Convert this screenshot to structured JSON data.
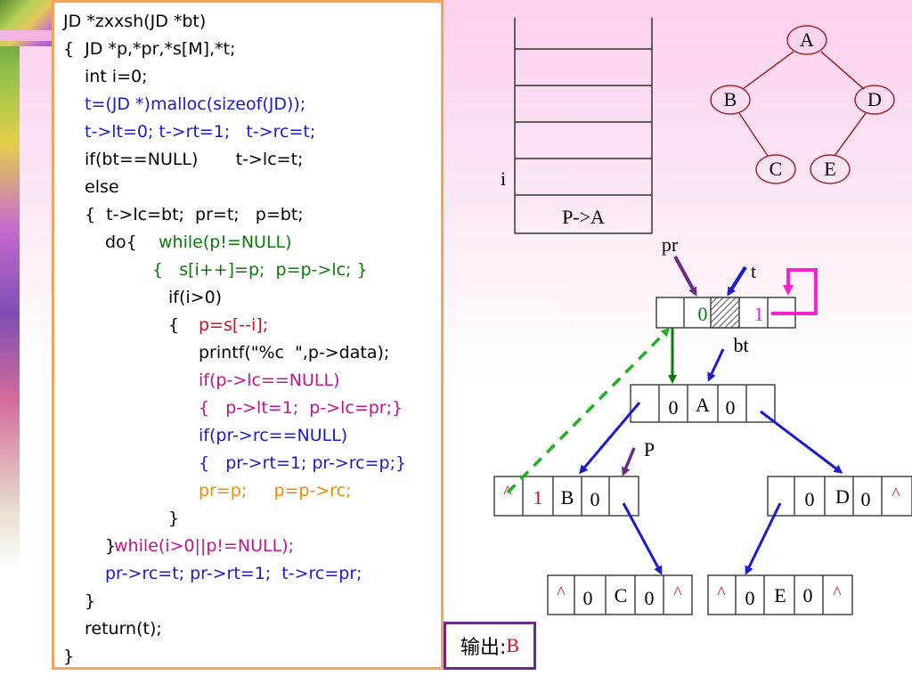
{
  "code": {
    "lines": [
      "JD *zxxsh(JD *bt)",
      "{  JD *p,*pr,*s[M],*t;",
      "int i=0;",
      "t=(JD *)malloc(sizeof(JD));",
      "t->lt=0; t->rt=1;   t->rc=t;",
      "if(bt==NULL)       t->lc=t;",
      "else",
      "{  t->lc=bt;  pr=t;   p=bt;",
      "do{",
      "while(p!=NULL)",
      "{   s[i++]=p;  p=p->lc; }",
      "if(i>0)",
      "{",
      "p=s[--i];",
      "printf(\"%c  \",p->data);",
      "if(p->lc==NULL)",
      "{   p->lt=1;  p->lc=pr;}",
      "if(pr->rc==NULL)",
      "{   pr->rt=1; pr->rc=p;}",
      "pr=p;     p=p->rc;",
      "}",
      "}",
      "while(i>0||p!=NULL);",
      "pr->rc=t; pr->rt=1;  t->rc=pr;",
      "}",
      "return(t);",
      "}"
    ]
  },
  "stack": {
    "index_label": "i",
    "bottom_entry": "P->A"
  },
  "tree": {
    "nodes": [
      "A",
      "B",
      "D",
      "C",
      "E"
    ]
  },
  "pointers": {
    "pr": "pr",
    "t": "t",
    "bt": "bt",
    "p": "P"
  },
  "header_node": {
    "lt": "0",
    "rt": "1"
  },
  "linked_nodes": {
    "a": {
      "lt": "0",
      "data": "A",
      "rt": "0"
    },
    "b": {
      "lc": "^",
      "lt": "1",
      "data": "B",
      "rt": "0"
    },
    "d": {
      "lt": "0",
      "data": "D",
      "rt": "0",
      "rc": "^"
    },
    "c": {
      "lc": "^",
      "lt": "0",
      "data": "C",
      "rt": "0",
      "rc": "^"
    },
    "e": {
      "lc": "^",
      "lt": "0",
      "data": "E",
      "rt": "0",
      "rc": "^"
    }
  },
  "output": {
    "label": "输出:",
    "value": "B"
  },
  "colors": {
    "code_border": "#f0a45c",
    "tree_node": "#a0282a",
    "arrow_blue": "#1a1ad0",
    "arrow_green": "#0a7a0a",
    "arrow_magenta": "#ff20d0",
    "pr_arrow": "#6a2a8a",
    "thread_dashed": "#22b022"
  }
}
